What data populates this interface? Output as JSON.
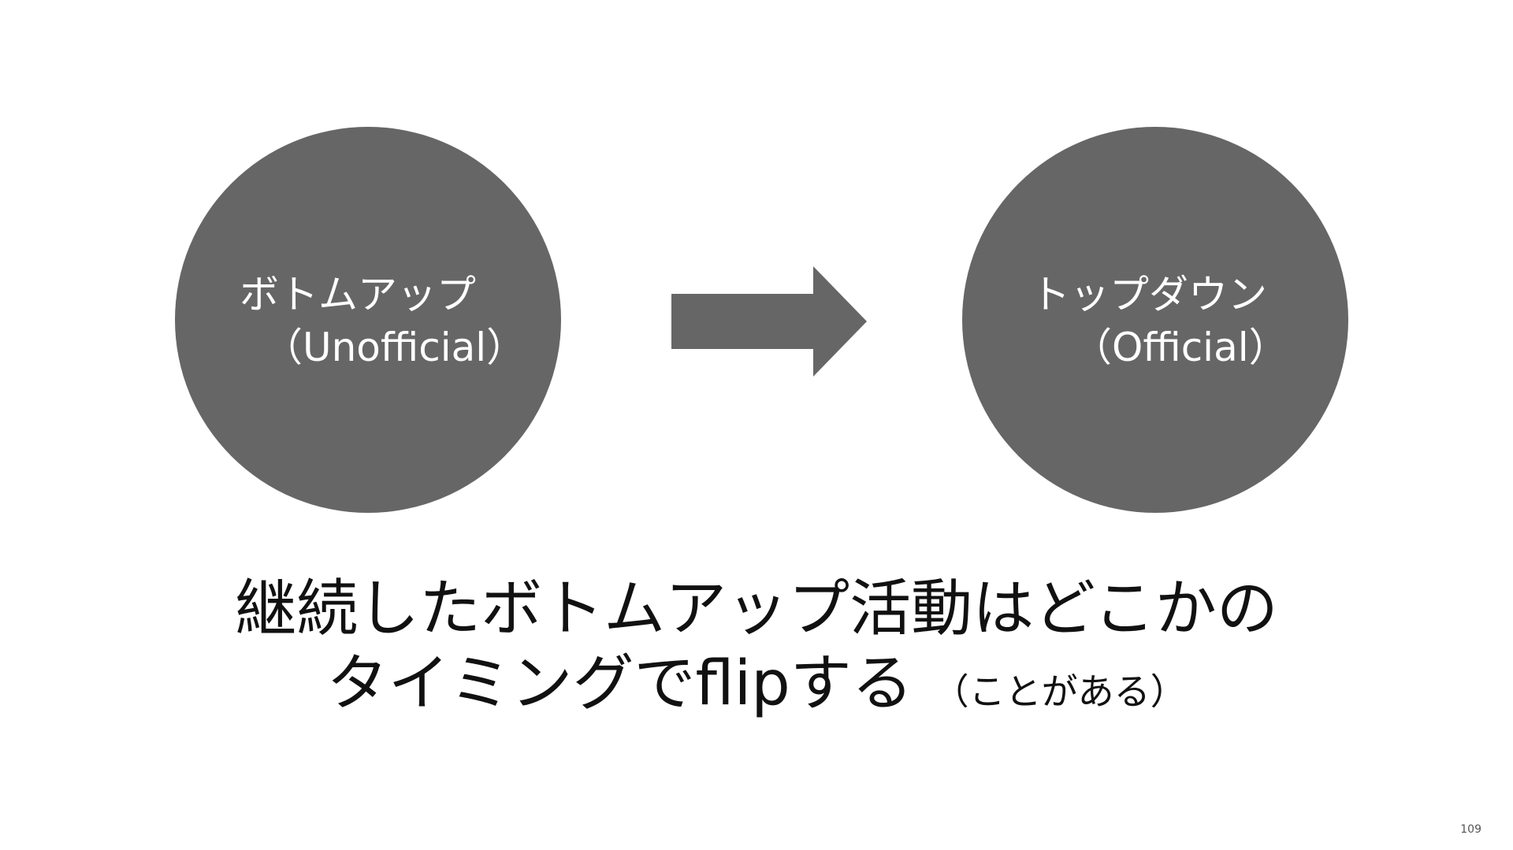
{
  "diagram": {
    "left_node": {
      "line1": "ボトムアップ",
      "line2": "（Unofficial）"
    },
    "right_node": {
      "line1": "トップダウン",
      "line2": "（Official）"
    },
    "caption": {
      "line1": "継続したボトムアップ活動はどこかの",
      "line2_main": "タイミングでflipする",
      "line2_note": "（ことがある）"
    },
    "colors": {
      "node_fill": "#666666",
      "node_text": "#ffffff",
      "arrow_fill": "#666666",
      "caption_text": "#111111"
    }
  },
  "page": {
    "number": "109"
  }
}
